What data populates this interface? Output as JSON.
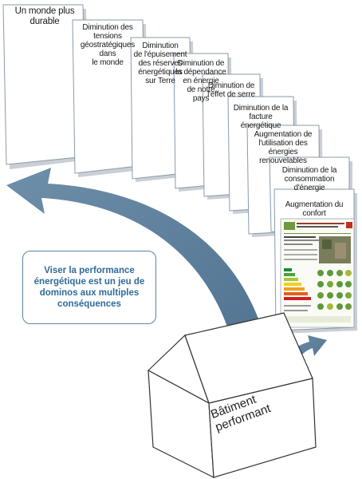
{
  "title": "",
  "cards": [
    {
      "id": "monde-durable",
      "lines": [
        "Un monde plus durable"
      ]
    },
    {
      "id": "tensions",
      "lines": [
        "Diminution des tensions",
        "géostratégiques dans",
        "le monde"
      ]
    },
    {
      "id": "epuisement",
      "lines": [
        "Diminution",
        "de l'épuisement",
        "des réserves",
        "énergétiques",
        "sur Terre"
      ]
    },
    {
      "id": "dependance",
      "lines": [
        "Diminution de",
        "la dépendance",
        "en énergie",
        "de notre",
        "pays"
      ]
    },
    {
      "id": "effet-serre",
      "lines": [
        "Diminution de",
        "l'effet de serre"
      ]
    },
    {
      "id": "facture",
      "lines": [
        "Diminution de la",
        "facture énergétique"
      ]
    },
    {
      "id": "renouvelables",
      "lines": [
        "Augmentation de",
        "l'utilisation des",
        "énergies renouvelables"
      ]
    },
    {
      "id": "consommation",
      "lines": [
        "Diminution de la",
        "consommation d'énergie"
      ]
    },
    {
      "id": "confort",
      "lines": [
        "Augmentation du confort"
      ]
    }
  ],
  "callout": "Viser la performance énergétique est un jeu de dominos aux multiples conséquences",
  "building": "Bâtiment performant",
  "colors": {
    "arrow": "#5b7f9c",
    "card_border": "#8a9aa8",
    "callout_text": "#2f6b9a",
    "card_shadow": "#c9cfd5"
  }
}
